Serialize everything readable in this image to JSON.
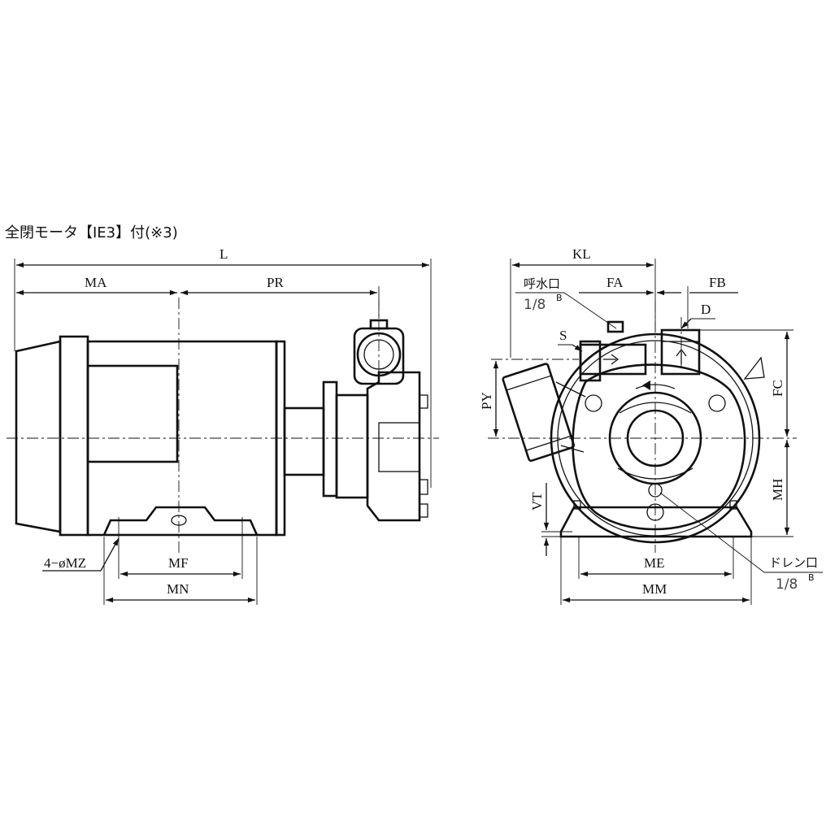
{
  "title": "全閉モータ【IE3】付(※3)",
  "side_view": {
    "dims": {
      "L": "L",
      "MA": "MA",
      "PR": "PR",
      "MF": "MF",
      "MN": "MN",
      "MZ": "4−øMZ"
    }
  },
  "front_view": {
    "dims": {
      "KL": "KL",
      "FA": "FA",
      "FB": "FB",
      "D": "D",
      "S": "S",
      "PY": "PY",
      "FC": "FC",
      "MH": "MH",
      "VT": "VT",
      "ME": "ME",
      "MM": "MM"
    },
    "priming_port": {
      "label": "呼水口",
      "size": "1/8",
      "sup": "B"
    },
    "drain_port": {
      "label": "ドレン口",
      "size": "1/8",
      "sup": "B"
    }
  }
}
